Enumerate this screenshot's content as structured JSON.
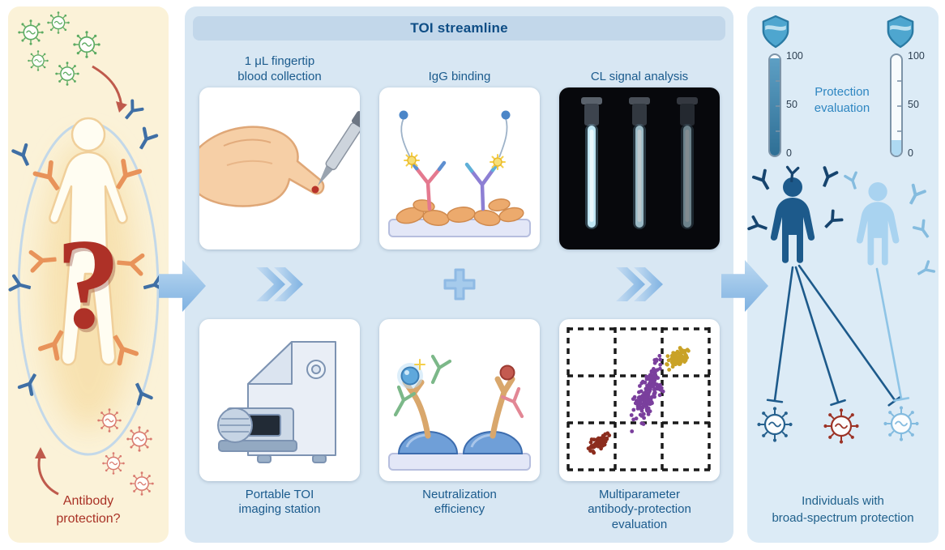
{
  "figure": {
    "type": "scientific workflow diagram"
  },
  "colors": {
    "left_panel_bg": "#fbf2d8",
    "center_panel_bg": "#d8e7f3",
    "right_panel_bg": "#dcebf6",
    "header_band_bg": "#c2d7ea",
    "title_text": "#1b5b8d",
    "header_text": "#0e4d85",
    "warning_text": "#a93226",
    "flow_arrow": "#7eb1e1",
    "cl_panel_bg": "#07080c"
  },
  "left_panel": {
    "question_mark": "?",
    "label": "Antibody\nprotection?"
  },
  "center_panel": {
    "header": "TOI streamline",
    "cards": [
      {
        "id": "blood-collection",
        "label": "1 μL fingertip\nblood collection"
      },
      {
        "id": "igg-binding",
        "label": "IgG binding"
      },
      {
        "id": "cl-signal",
        "label": "CL signal analysis"
      },
      {
        "id": "imaging-station",
        "label": "Portable TOI\nimaging station"
      },
      {
        "id": "neutralization",
        "label": "Neutralization\nefficiency"
      },
      {
        "id": "multiparameter",
        "label": "Multiparameter\nantibody-protection\nevaluation"
      }
    ]
  },
  "right_panel": {
    "protection_label": "Protection\nevaluation",
    "gauges": [
      {
        "position": "left",
        "ticks": [
          "100",
          "50",
          "0"
        ],
        "fill_percent": 97,
        "fill_color": "linear-gradient(180deg,#5d9fc4,#2f6f95)"
      },
      {
        "position": "right",
        "ticks": [
          "100",
          "50",
          "0"
        ],
        "fill_percent": 15,
        "fill_color": "#aed9f2"
      }
    ],
    "bottom_label": "Individuals with\nbroad-spectrum protection"
  },
  "chart_data": {
    "type": "scatter",
    "title": "Multiparameter antibody-protection evaluation",
    "xlabel": "",
    "ylabel": "",
    "grid": "3x3 dashed black grid, no axis ticks or labels",
    "coords": "normalized 0-1, origin top-left",
    "series": [
      {
        "name": "cluster-purple",
        "color": "#7a3f9d",
        "center": [
          0.57,
          0.44
        ],
        "spread": [
          0.15,
          0.21
        ],
        "tilt": -0.75,
        "count": 170
      },
      {
        "name": "cluster-gold",
        "color": "#c9a227",
        "center": [
          0.79,
          0.2
        ],
        "spread": [
          0.1,
          0.09
        ],
        "tilt": -0.3,
        "count": 80
      },
      {
        "name": "cluster-darkred",
        "color": "#8c2d1e",
        "center": [
          0.22,
          0.8
        ],
        "spread": [
          0.1,
          0.07
        ],
        "tilt": -0.6,
        "count": 60
      }
    ]
  }
}
